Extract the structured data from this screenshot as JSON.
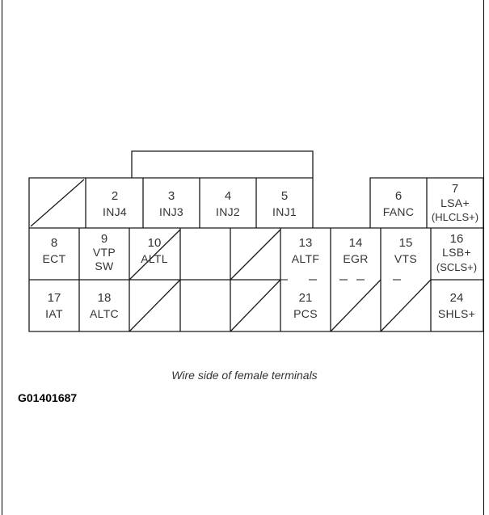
{
  "caption": "Wire side of female terminals",
  "figure_id": "G01401687",
  "terminals": {
    "t2": {
      "num": "2",
      "label": "INJ4"
    },
    "t3": {
      "num": "3",
      "label": "INJ3"
    },
    "t4": {
      "num": "4",
      "label": "INJ2"
    },
    "t5": {
      "num": "5",
      "label": "INJ1"
    },
    "t6": {
      "num": "6",
      "label": "FANC"
    },
    "t7": {
      "num": "7",
      "label": "LSA+",
      "label2": "(HLCLS+)"
    },
    "t8": {
      "num": "8",
      "label": "ECT"
    },
    "t9": {
      "num": "9",
      "label": "VTP",
      "label2": "SW"
    },
    "t10": {
      "num": "10",
      "label": "ALTL"
    },
    "t13": {
      "num": "13",
      "label": "ALTF"
    },
    "t14": {
      "num": "14",
      "label": "EGR"
    },
    "t15": {
      "num": "15",
      "label": "VTS"
    },
    "t16": {
      "num": "16",
      "label": "LSB+",
      "label2": "(SCLS+)"
    },
    "t17": {
      "num": "17",
      "label": "IAT"
    },
    "t18": {
      "num": "18",
      "label": "ALTC"
    },
    "t21": {
      "num": "21",
      "label": "PCS"
    },
    "t24": {
      "num": "24",
      "label": "SHLS+"
    }
  }
}
